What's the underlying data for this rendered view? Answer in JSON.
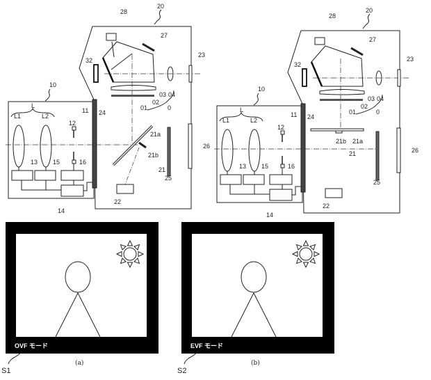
{
  "figure_a": {
    "labels": {
      "n20": "20",
      "n28": "28",
      "n27": "27",
      "n23": "23",
      "n32": "32",
      "n04": "04",
      "n03": "03",
      "n02": "02",
      "n01": "01",
      "n0": "0",
      "n10": "10",
      "n11": "11",
      "n24": "24",
      "L": "L",
      "L1": "L1",
      "L2": "L2",
      "n12": "12",
      "n13": "13",
      "n15": "15",
      "n16": "16",
      "n14": "14",
      "n22": "22",
      "n21a": "21a",
      "n21b": "21b",
      "n21": "21",
      "n25": "25",
      "n26": "26"
    },
    "mode_text": "OVF モード",
    "screen_label": "S1",
    "caption": "(a)"
  },
  "figure_b": {
    "labels": {
      "n20": "20",
      "n28": "28",
      "n27": "27",
      "n23": "23",
      "n32": "32",
      "n04": "04",
      "n03": "03",
      "n02": "02",
      "n01": "01",
      "n0": "0",
      "n10": "10",
      "n11": "11",
      "n24": "24",
      "L": "L",
      "L1": "L1",
      "L2": "L2",
      "n12": "12",
      "n13": "13",
      "n15": "15",
      "n16": "16",
      "n14": "14",
      "n22": "22",
      "n21a": "21a",
      "n21b": "21b",
      "n21": "21",
      "n25": "25",
      "n26": "26"
    },
    "mode_text": "EVF モード",
    "screen_label": "S2",
    "caption": "(b)"
  }
}
